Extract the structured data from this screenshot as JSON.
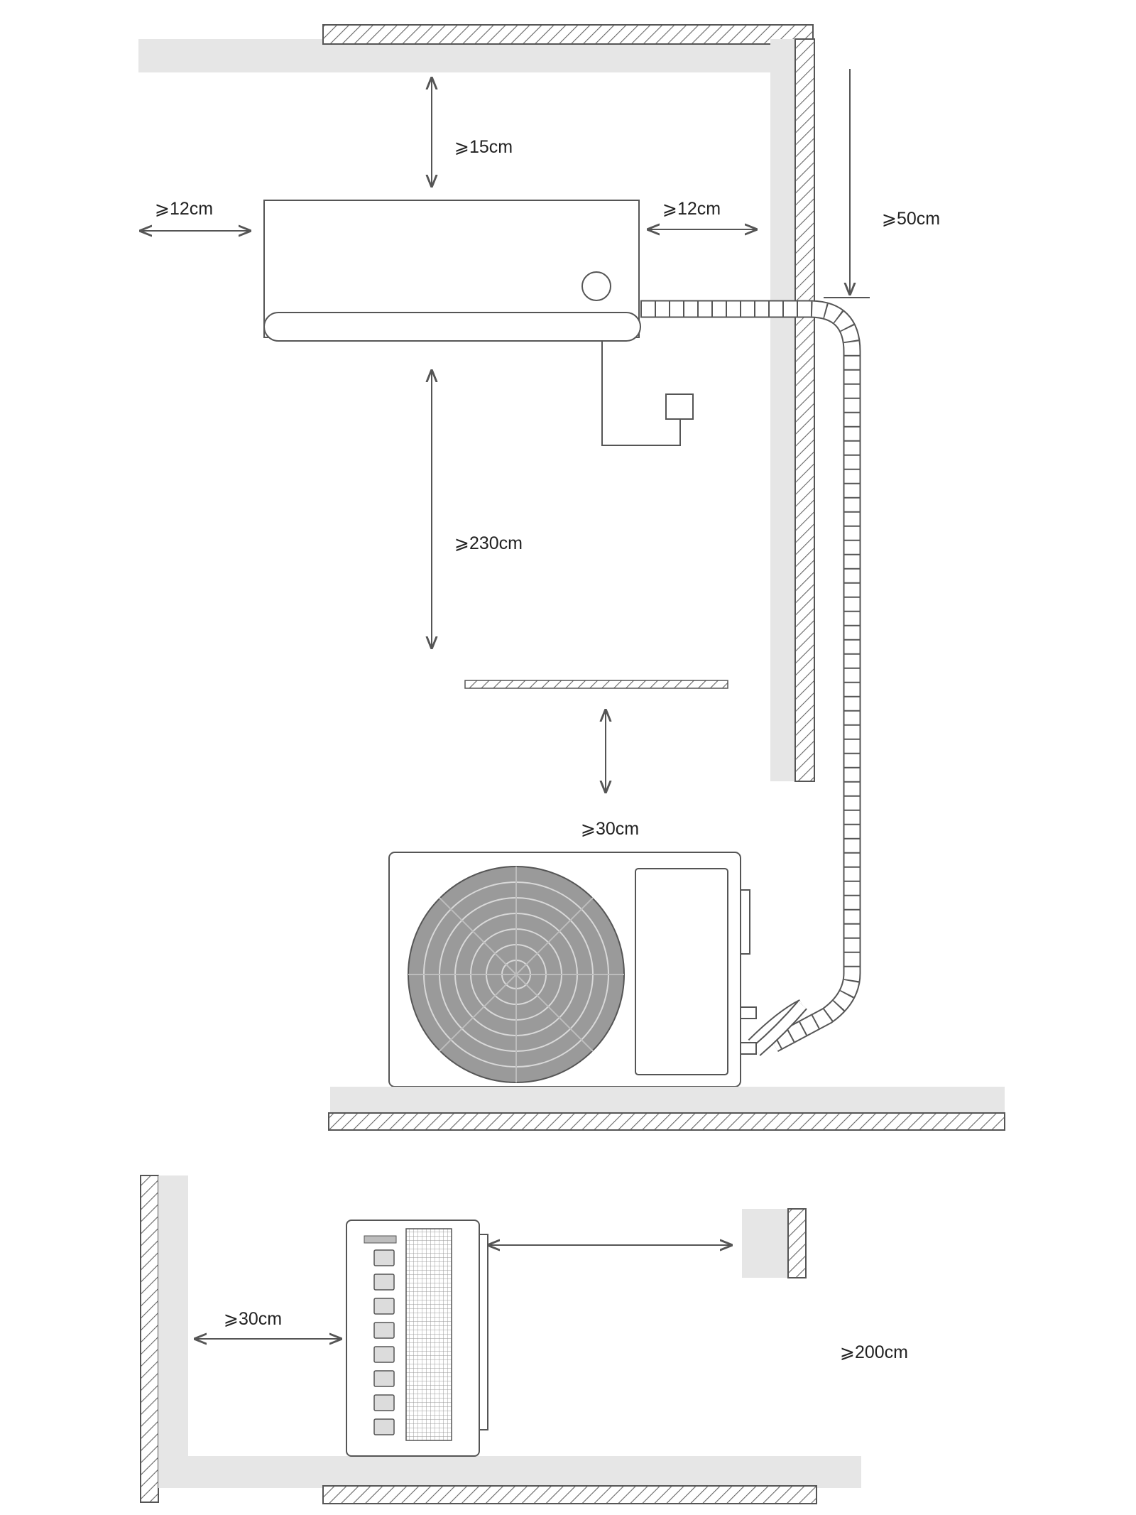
{
  "labels": {
    "top_clearance": "⩾15cm",
    "left_clearance": "⩾12cm",
    "right_clearance": "⩾12cm",
    "wall_pipe_height": "⩾50cm",
    "floor_height": "⩾230cm",
    "outdoor_top_clearance": "⩾30cm",
    "outdoor_back_clearance": "⩾30cm",
    "outdoor_front_clearance": "⩾200cm"
  },
  "colors": {
    "wall_fill": "#e6e6e6",
    "line": "#555555",
    "fan": "#9a9a9a",
    "text": "#222222"
  }
}
